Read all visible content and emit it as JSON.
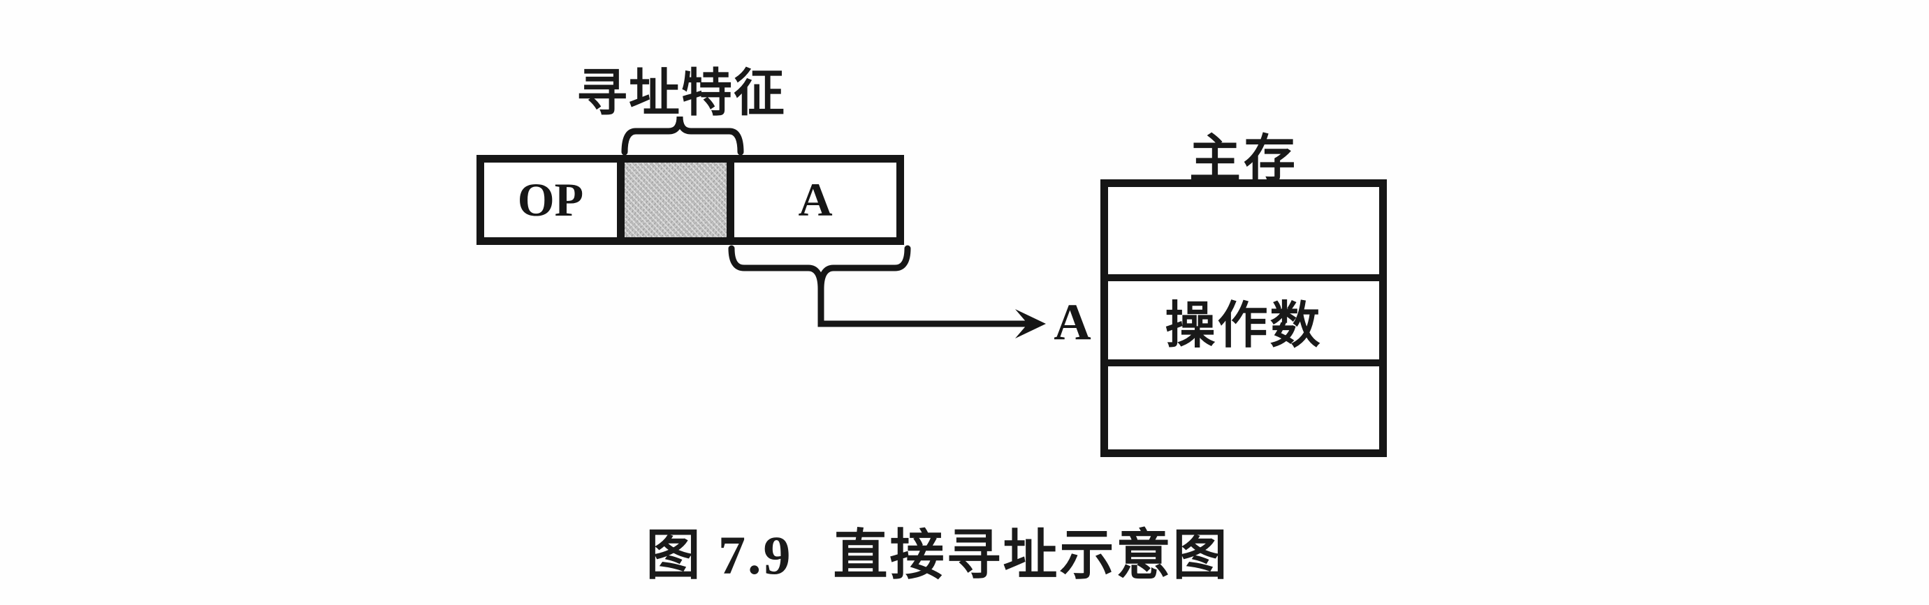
{
  "figure": {
    "feature_label": "寻址特征",
    "instruction_word": {
      "op_label": "OP",
      "address_label": "A"
    },
    "pointer_label": "A",
    "memory": {
      "title": "主存",
      "rows": [
        "",
        "操作数",
        ""
      ]
    },
    "caption": {
      "number": "图 7.9",
      "title": "直接寻址示意图"
    },
    "colors": {
      "ink": "#161616",
      "paper": "#ffffff",
      "shade": "#c7c7c7"
    }
  }
}
